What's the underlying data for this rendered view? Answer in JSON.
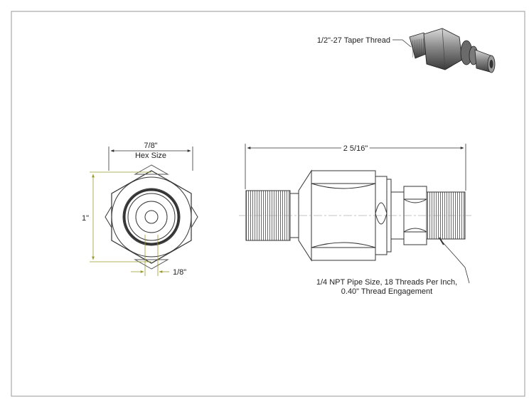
{
  "drawing": {
    "taper_thread_label": "1/2\"-27 Taper Thread",
    "hex_width_label": "7/8\"",
    "hex_size_label": "Hex Size",
    "height_label": "1\"",
    "offset_label": "1/8\"",
    "overall_length_label": "2 5/16\"",
    "pipe_note_line1": "1/4 NPT Pipe Size, 18 Threads Per Inch,",
    "pipe_note_line2": "0.40\" Thread Engagement"
  },
  "colors": {
    "line": "#333333",
    "dimension_accent": "#9a9a2a",
    "border": "#999999"
  }
}
